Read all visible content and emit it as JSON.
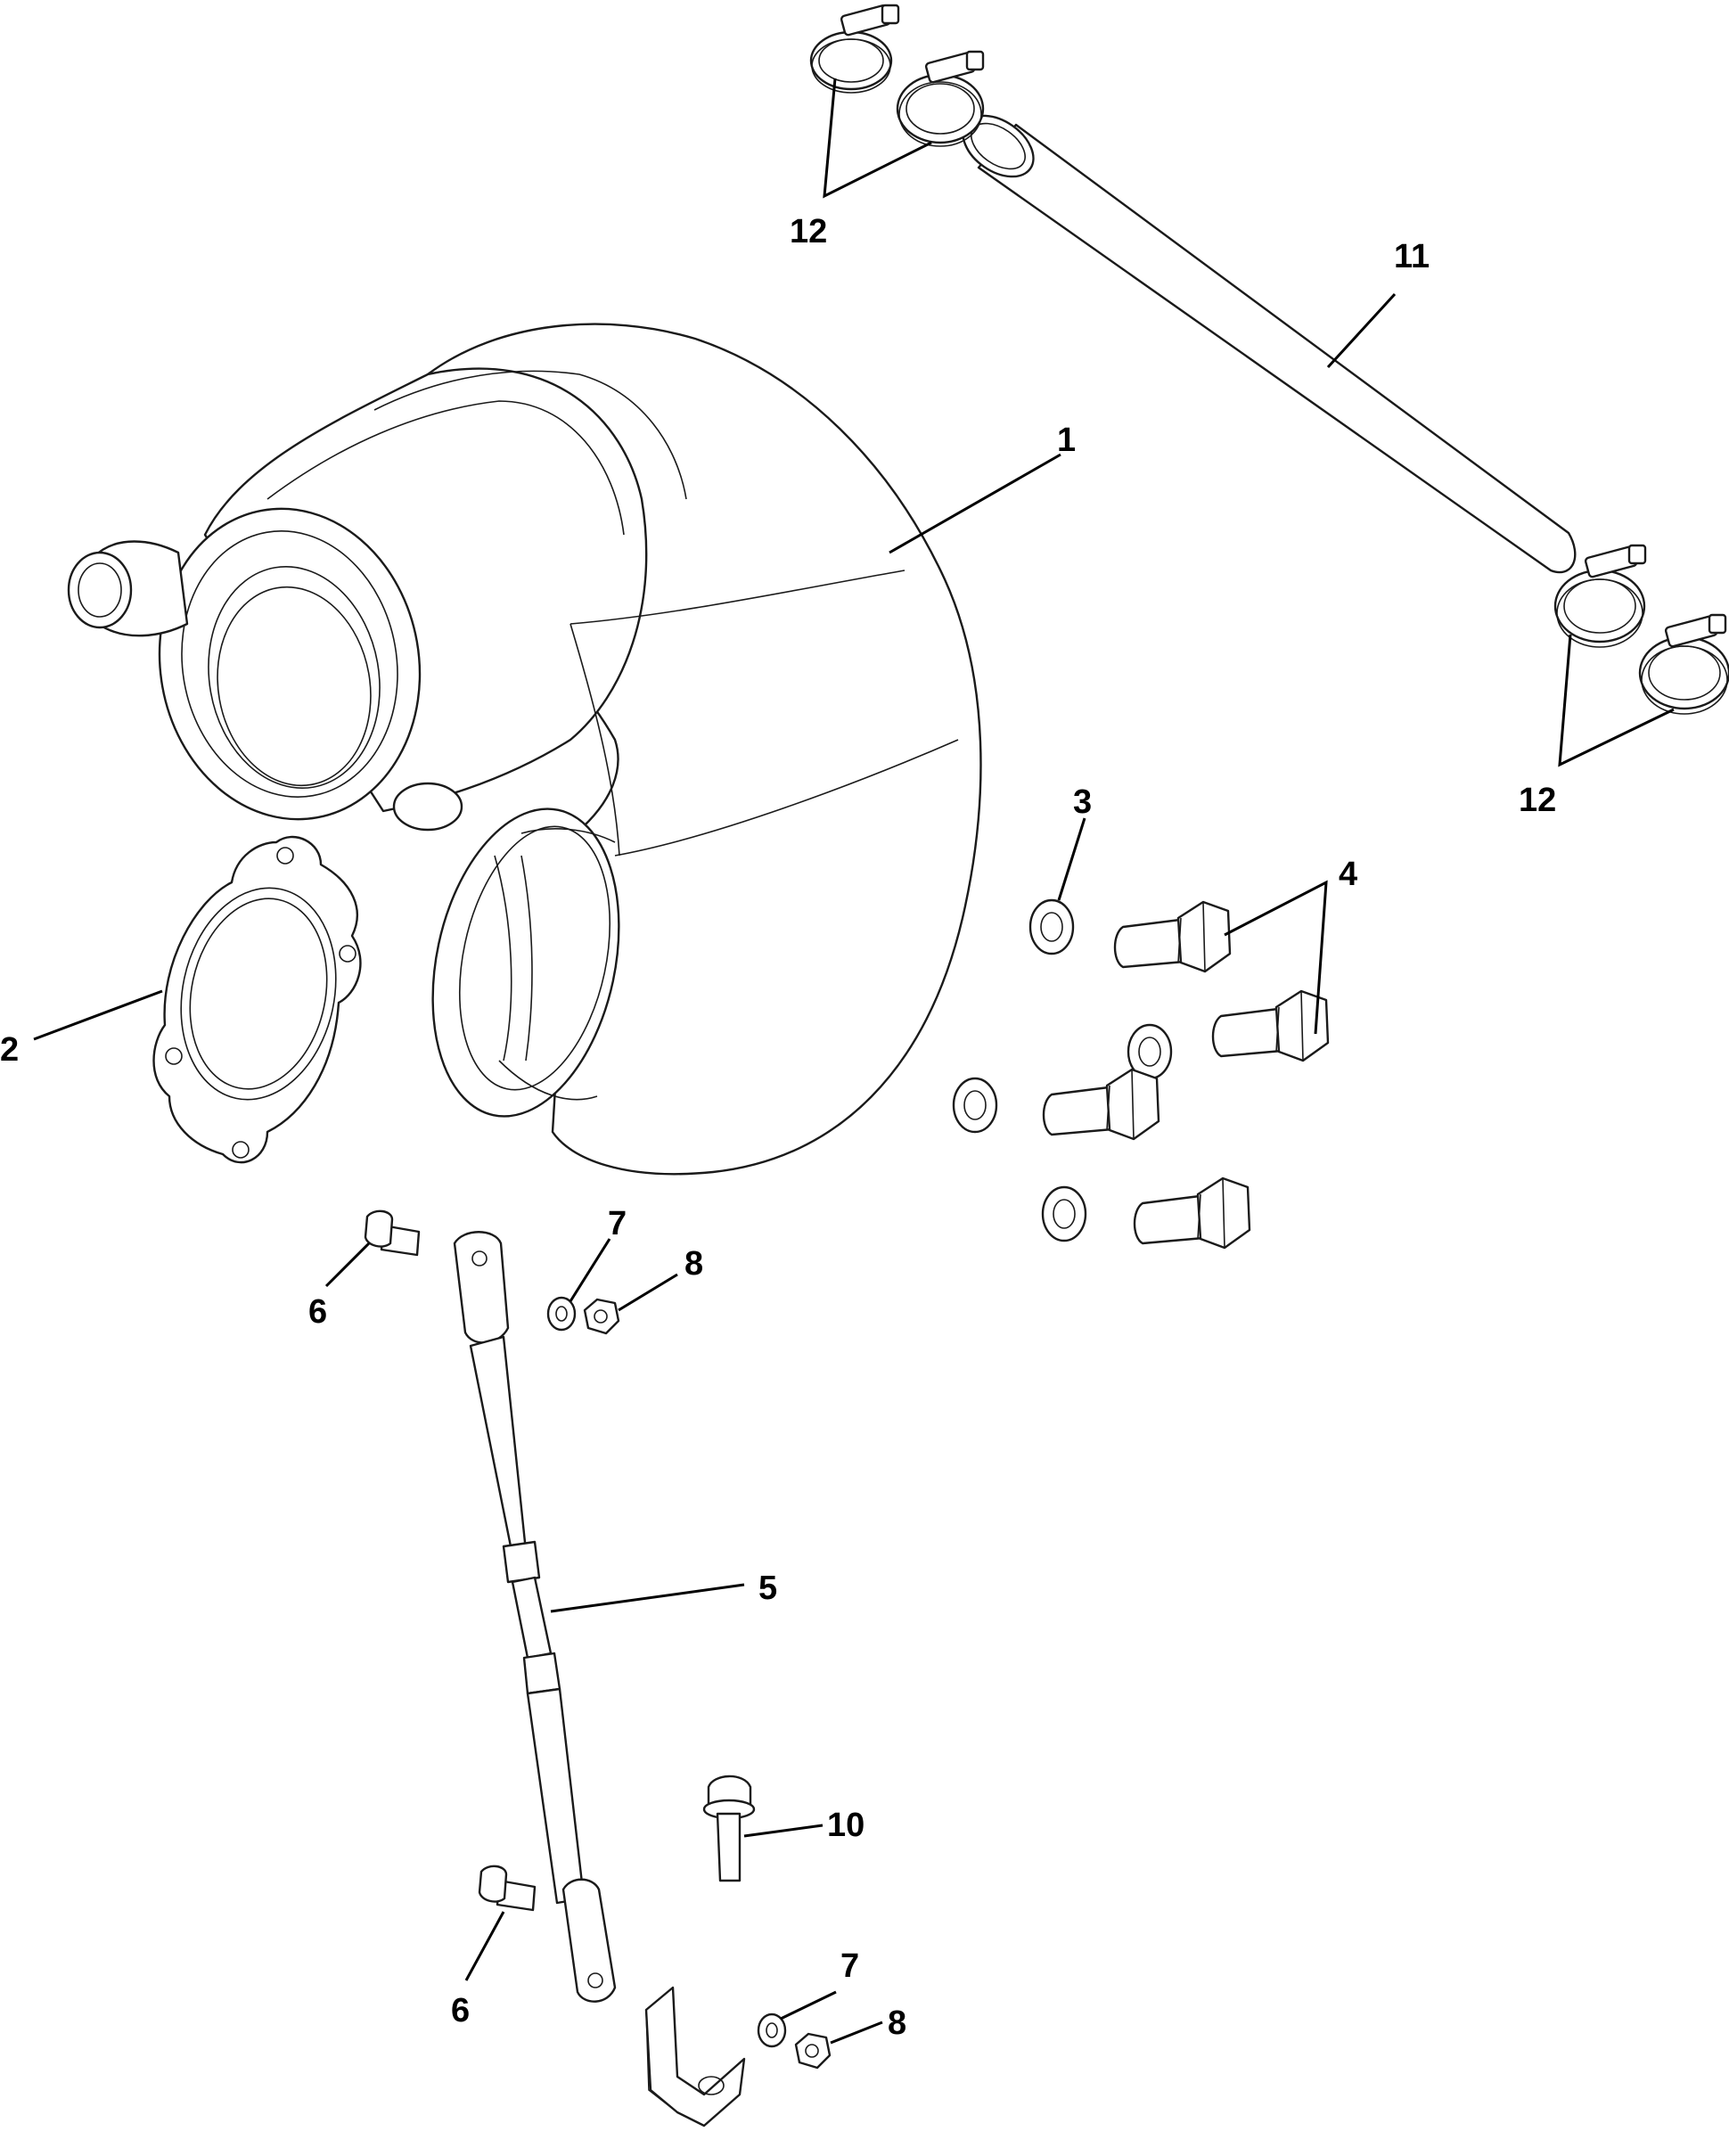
{
  "callouts": {
    "c1": "1",
    "c2": "2",
    "c3": "3",
    "c4": "4",
    "c5": "5",
    "c6a": "6",
    "c6b": "6",
    "c7a": "7",
    "c7b": "7",
    "c8a": "8",
    "c8b": "8",
    "c10": "10",
    "c11": "11",
    "c12a": "12",
    "c12b": "12"
  },
  "colors": {
    "ink": "#1a1a1a",
    "paper": "#ffffff"
  }
}
